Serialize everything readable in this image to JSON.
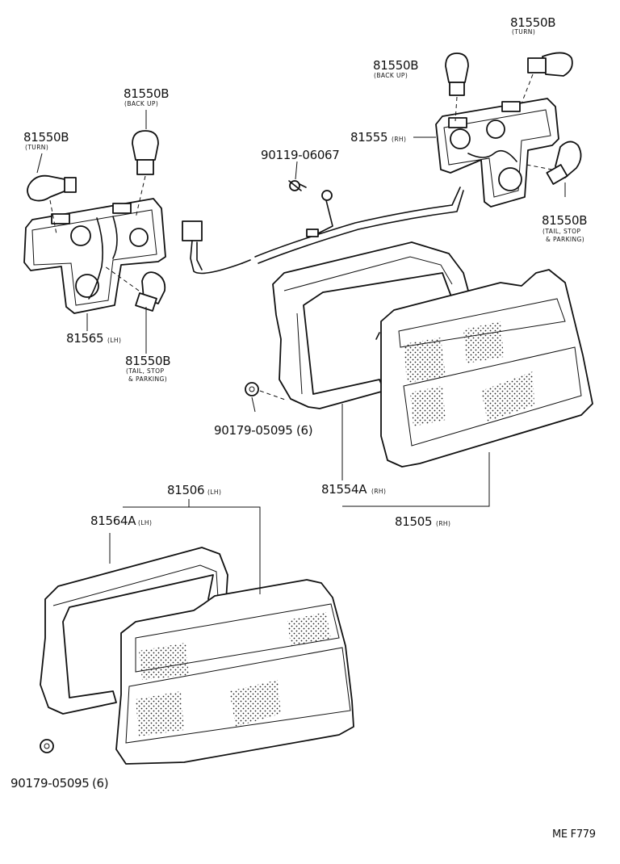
{
  "parts": {
    "bulb_turn_lh": {
      "number": "81550B",
      "note": "(TURN)"
    },
    "bulb_backup_lh": {
      "number": "81550B",
      "note": "(BACK UP)"
    },
    "screw": {
      "number": "90119-06067"
    },
    "bulb_backup_rh": {
      "number": "81550B",
      "note": "(BACK UP)"
    },
    "bulb_turn_rh": {
      "number": "81550B",
      "note": "(TURN)"
    },
    "socket_rh": {
      "number": "81555",
      "suffix": "(RH)"
    },
    "bulb_tail_rh": {
      "number": "81550B",
      "note1": "(TAIL, STOP",
      "note2": "& PARKING)"
    },
    "socket_lh": {
      "number": "81565",
      "suffix": "(LH)"
    },
    "bulb_tail_lh": {
      "number": "81550B",
      "note1": "(TAIL, STOP",
      "note2": "& PARKING)"
    },
    "nut_rh": {
      "number": "90179-05095",
      "qty": "(6)"
    },
    "gasket_rh": {
      "number": "81554A",
      "suffix": "(RH)"
    },
    "lamp_rh": {
      "number": "81505",
      "suffix": "(RH)"
    },
    "lamp_lh": {
      "number": "81506",
      "suffix": "(LH)"
    },
    "gasket_lh": {
      "number": "81564A",
      "suffix": "(LH)"
    },
    "nut_lh": {
      "number": "90179-05095",
      "qty": "(6)"
    }
  },
  "figure_code": "ME F779"
}
